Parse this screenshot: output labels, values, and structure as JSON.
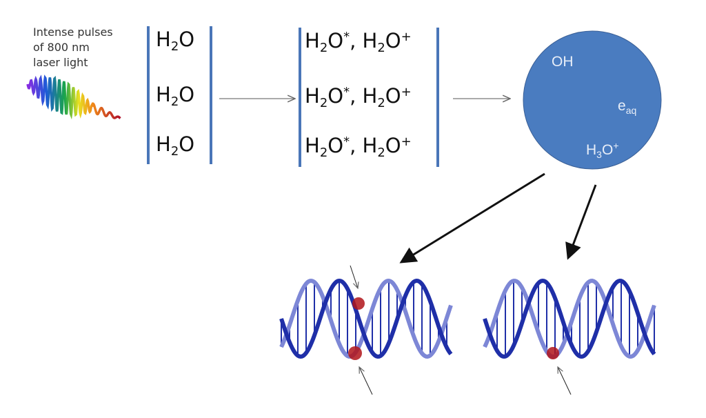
{
  "laser_label": {
    "line1": "Intense pulses",
    "line2": "of 800 nm",
    "line3": "laser light"
  },
  "stage1": {
    "items": [
      {
        "base": "H",
        "sub": "2",
        "rest": "O"
      },
      {
        "base": "H",
        "sub": "2",
        "rest": "O"
      },
      {
        "base": "H",
        "sub": "2",
        "rest": "O"
      }
    ]
  },
  "stage2": {
    "items": [
      {
        "a": "H",
        "asub": "2",
        "arest": "O",
        "asup": "*",
        "sep": ", ",
        "b": "H",
        "bsub": "2",
        "brest": "O",
        "bsup": "+"
      },
      {
        "a": "H",
        "asub": "2",
        "arest": "O",
        "asup": "*",
        "sep": ", ",
        "b": "H",
        "bsub": "2",
        "brest": "O",
        "bsup": "+"
      },
      {
        "a": "H",
        "asub": "2",
        "arest": "O",
        "asup": "*",
        "sep": ", ",
        "b": "H",
        "bsub": "2",
        "brest": "O",
        "bsup": "+"
      }
    ]
  },
  "products": {
    "oh": "OH",
    "e": "e",
    "e_sub": "aq",
    "h3o": "H",
    "h3o_sub": "3",
    "h3o_rest": "O",
    "h3o_sup": "+"
  },
  "colors": {
    "bracket": "#4a76b8",
    "circle": "#4a7cc0",
    "dna": "#1f2fa8",
    "dna_light": "#7d87d6",
    "damage": "#b0141a"
  }
}
